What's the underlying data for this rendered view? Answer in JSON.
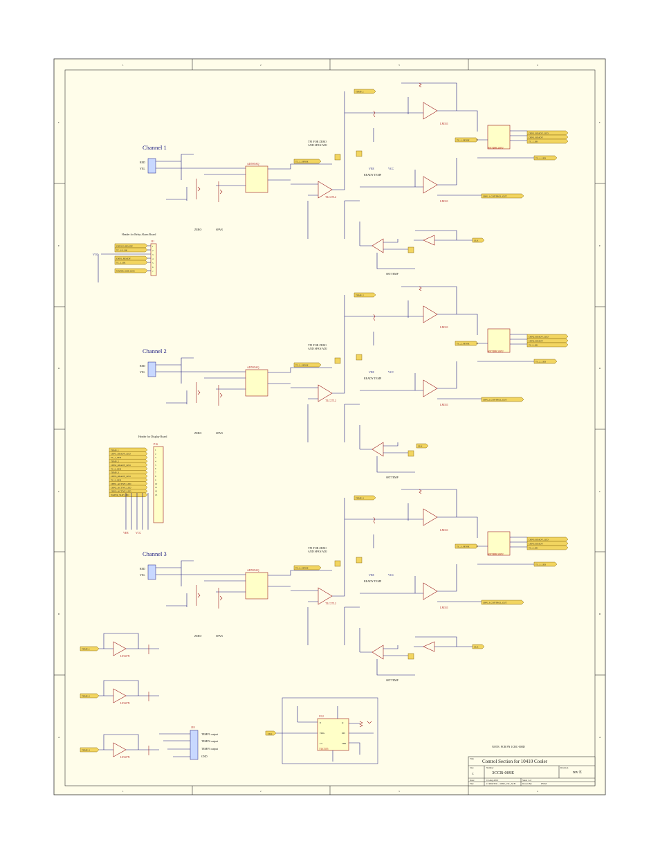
{
  "colors": {
    "paper": "#fffdea",
    "wire": "#1a1a80",
    "component": "#9c1a1a",
    "port": "#f2d560",
    "text": "#1a1a1a"
  },
  "border": {
    "cols": [
      "1",
      "2",
      "3",
      "4"
    ],
    "rows": [
      "F",
      "E",
      "D",
      "C",
      "B",
      "A"
    ]
  },
  "title_block": {
    "title_label": "Title",
    "title": "Control Section for 10410 Cooler",
    "size_label": "Size",
    "size": "C",
    "number_label": "Number",
    "number": "3CCB-009E",
    "revision_label": "Revision",
    "revision": "rev E",
    "date_label": "Date:",
    "date": "10-Aug-2010",
    "file_label": "File:",
    "file": "C:\\PROTEL\\...\\009E_CSL_SCH",
    "sheet_label": "Sheet 1 of",
    "drawn_label": "Drawn By:",
    "drawn": "DWM"
  },
  "note": "NOTE: PCB PN 1CBC-008D",
  "channels": [
    {
      "title": "Channel 1",
      "wire1": "RED",
      "wire2": "YEL",
      "zero": "ZERO",
      "span": "SPAN",
      "tp_note1": "TP1 FOR ZERO",
      "tp_note2": "AND SPAN ADJ",
      "ready": "READY TEMP",
      "settemp": "SETTEMP",
      "sense": "TC_1_SENSE",
      "temp": "TEMP_1",
      "control": "CHN_1_CONTROL_OUT",
      "led1": "CHN1_READY_LED",
      "led2": "CHN1_READY",
      "led3": "TC_1_OK",
      "led4": "TC_1_LED",
      "amp": "AD595AQ",
      "opamp1": "LM311",
      "opamp2": "LM311",
      "mux": "SN74HC4052"
    },
    {
      "title": "Channel 2",
      "wire1": "RED",
      "wire2": "YEL",
      "zero": "ZERO",
      "span": "SPAN",
      "tp_note1": "TP1 FOR ZERO",
      "tp_note2": "AND SPAN ADJ",
      "ready": "READY TEMP",
      "settemp": "SETTEMP",
      "sense": "TC_2_SENSE",
      "temp": "TEMP_2",
      "control": "CHN_2_CONTROL_OUT",
      "led1": "CHN2_READY_LED",
      "led2": "CHN2_READY",
      "led3": "TC_2_OK",
      "led4": "TC_2_LED",
      "amp": "AD595AQ",
      "opamp1": "LM311",
      "opamp2": "LM311",
      "mux": "SN74HC4052"
    },
    {
      "title": "Channel 3",
      "wire1": "RED",
      "wire2": "YEL",
      "zero": "ZERO",
      "span": "SPAN",
      "tp_note1": "TP1 FOR ZERO",
      "tp_note2": "AND SPAN ADJ",
      "ready": "READY TEMP",
      "settemp": "SETTEMP",
      "sense": "TC_3_SENSE",
      "temp": "TEMP_3",
      "control": "CHN_3_CONTROL_OUT",
      "led1": "CHN3_READY_LED",
      "led2": "CHN3_READY",
      "led3": "TC_3_OK",
      "led4": "TC_3_LED",
      "amp": "AD595AQ",
      "opamp1": "LM311",
      "opamp2": "LM311",
      "mux": "SN74HC4052"
    }
  ],
  "relay_header": {
    "title": "Header for Relay Alarm Board",
    "ref": "J11",
    "pins": [
      "CHN123_READY",
      "TC_1/3_OK",
      "",
      "CHN1_READY",
      "TC_1_OK",
      "",
      "WATER_SLIP_LED"
    ],
    "vcc": "VCC"
  },
  "display_header": {
    "title": "Header for Display Board",
    "ref": "P16",
    "pins": [
      "TEMP_1",
      "CHN1_READY_LED",
      "TC_1_LED",
      "TEMP_2",
      "CHN2_READY_LED",
      "TC_2_LED",
      "TEMP_3",
      "CHN3_READY_LED",
      "TC_3_LED",
      "CHN1_ACTIVE_LED",
      "CHN2_ACTIVE_LED",
      "CHN3_ACTIVE_LED",
      "WATER_SLIP_LED"
    ],
    "gnd1": "VEE",
    "gnd2": "VCC"
  },
  "outputs": {
    "ref": "J18",
    "labels": [
      "TEMP1 output",
      "TEMP2 output",
      "TEMP3 output",
      "GND"
    ],
    "buffers": [
      "TEMP_1",
      "TEMP_2",
      "TEMP_3"
    ],
    "amp": "LF347N"
  },
  "timer": {
    "ref": "U12",
    "part": "TLC555",
    "clk": "CLK"
  },
  "misc": {
    "vcc": "VCC",
    "vee": "VEE",
    "clk": "CLK",
    "lf347": "LF347N",
    "tl": "TLC27L2"
  }
}
